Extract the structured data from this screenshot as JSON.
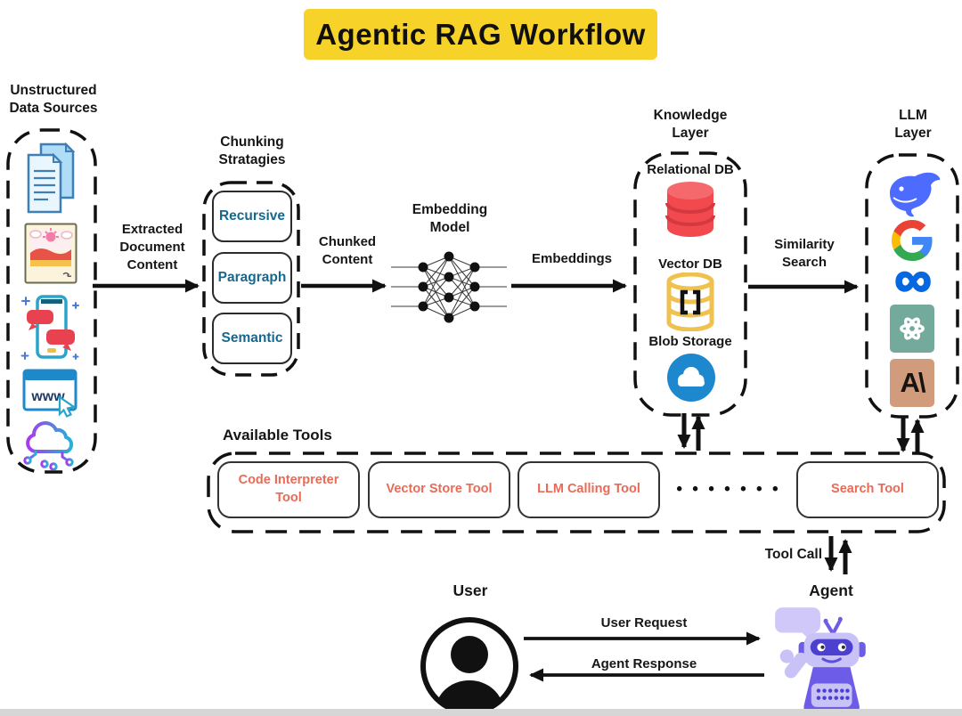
{
  "title": "Agentic RAG Workflow",
  "sources": {
    "title": "Unstructured\nData Sources",
    "web_text": "www"
  },
  "labels": {
    "extracted": "Extracted\nDocument\nContent",
    "chunked": "Chunked\nContent",
    "embeddings": "Embeddings",
    "similarity": "Similarity\nSearch",
    "tool_call": "Tool Call",
    "user_request": "User Request",
    "agent_response": "Agent Response"
  },
  "chunking": {
    "title": "Chunking\nStratagies",
    "items": [
      "Recursive",
      "Paragraph",
      "Semantic"
    ]
  },
  "embedding": {
    "title": "Embedding\nModel"
  },
  "knowledge": {
    "title": "Knowledge\nLayer",
    "relational": "Relational DB",
    "vector": "Vector DB",
    "blob": "Blob Storage"
  },
  "llm": {
    "title": "LLM\nLayer",
    "providers": [
      "deepseek-whale-icon",
      "google-g-icon",
      "meta-infinity-icon",
      "openai-icon",
      "anthropic-icon"
    ],
    "meta_glyph": "∞",
    "anthropic_glyph": "A\\"
  },
  "tools": {
    "title": "Available Tools",
    "items": [
      "Code Interpreter Tool",
      "Vector Store Tool",
      "LLM Calling Tool",
      "Search Tool"
    ],
    "ellipsis": "• • • • • • •"
  },
  "actors": {
    "user": "User",
    "agent": "Agent"
  },
  "colors": {
    "title_bg": "#F7D32A",
    "chunk_text": "#17688F",
    "tool_text": "#E96A57",
    "db_red": "#F1494D",
    "vector_gold": "#EFC250",
    "blob_blue": "#1E88CF",
    "deepseek_blue": "#4D6BFE",
    "meta_blue": "#0668E1",
    "openai_teal": "#74AA9C",
    "anthropic_tan": "#D19C7C",
    "robot_purple": "#6C5CE7"
  }
}
